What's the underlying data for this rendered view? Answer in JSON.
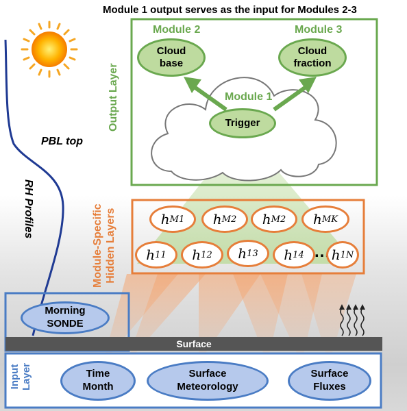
{
  "banner": "Module 1 output serves as the input for Modules 2-3",
  "output_layer": {
    "label": "Output Layer",
    "modules": [
      {
        "name": "Module 2",
        "text_line1": "Cloud",
        "text_line2": "base"
      },
      {
        "name": "Module 3",
        "text_line1": "Cloud",
        "text_line2": "fraction"
      },
      {
        "name": "Module 1",
        "text_line1": "Trigger",
        "text_line2": ""
      }
    ]
  },
  "hidden_layers": {
    "label_line1": "Module-Specific",
    "label_line2": "Hidden Layers",
    "row1": [
      {
        "base": "h",
        "sub": "M1"
      },
      {
        "base": "h",
        "sub": "M2"
      },
      {
        "base": "h",
        "sub": "M2"
      },
      {
        "base": "h",
        "sub": "MK"
      }
    ],
    "row2": [
      {
        "base": "h",
        "sub": "11"
      },
      {
        "base": "h",
        "sub": "12"
      },
      {
        "base": "h",
        "sub": "13"
      },
      {
        "base": "h",
        "sub": "14"
      },
      {
        "base": "h",
        "sub": "1N"
      }
    ],
    "ellipsis": "…"
  },
  "atmosphere": {
    "pbl_top": "PBL top",
    "rh_profiles": "RH Profiles"
  },
  "sonde": {
    "line1": "Morning",
    "line2": "SONDE"
  },
  "surface": "Surface",
  "input_layer": {
    "label": "Input Layer",
    "items": [
      {
        "line1": "Time",
        "line2": "Month"
      },
      {
        "line1": "Surface",
        "line2": "Meteorology"
      },
      {
        "line1": "Surface",
        "line2": "Fluxes"
      }
    ]
  },
  "colors": {
    "green": "#6aa84f",
    "green_fill": "#bedb9f",
    "orange": "#e67e3a",
    "blue": "#4a7cc4",
    "blue_fill": "#b6c9ec",
    "rh_line": "#1f3a93",
    "surface": "#555555"
  }
}
